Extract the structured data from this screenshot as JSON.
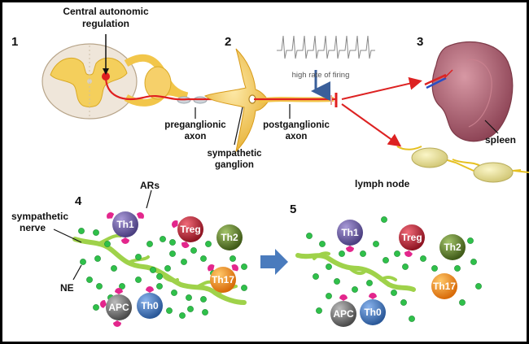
{
  "panels": {
    "p1": "1",
    "p2": "2",
    "p3": "3",
    "p4": "4",
    "p5": "5"
  },
  "labels": {
    "central_line1": "Central autonomic",
    "central_line2": "regulation",
    "preganglionic_line1": "preganglionic",
    "preganglionic_line2": "axon",
    "sympathetic_ganglion_line1": "sympathetic",
    "sympathetic_ganglion_line2": "ganglion",
    "postganglionic_line1": "postganglionic",
    "postganglionic_line2": "axon",
    "firing": "high rate of firing",
    "spleen": "spleen",
    "lymph_node": "lymph node",
    "ars": "ARs",
    "sympathetic_nerve_line1": "sympathetic",
    "sympathetic_nerve_line2": "nerve",
    "ne": "NE"
  },
  "cells_before": {
    "th1": "Th1",
    "treg": "Treg",
    "th2": "Th2",
    "th17": "Th17",
    "apc": "APC",
    "th0": "Th0"
  },
  "cells_after": {
    "th1": "Th1",
    "treg": "Treg",
    "th2": "Th2",
    "th17": "Th17",
    "apc": "APC",
    "th0": "Th0"
  },
  "colors": {
    "border": "#000000",
    "axon": "#e02020",
    "arrow": "#dd2222",
    "spinal_white": "#efe7dc",
    "spinal_gray": "#f4cf5c",
    "ganglion": "#f2c64a",
    "spleen": "#b06a78",
    "lymph": "#ece49a",
    "nerve": "#9fd24a",
    "ne_dot": "#2fc04a",
    "receptor": "#e3268c",
    "th1": "#6b5fa0",
    "treg": "#c02a3a",
    "th2": "#5d7d2e",
    "th17": "#ef8a1c",
    "apc": "#6a6a6a",
    "th0": "#3f74b8",
    "big_arrow": "#4a7bbd"
  }
}
